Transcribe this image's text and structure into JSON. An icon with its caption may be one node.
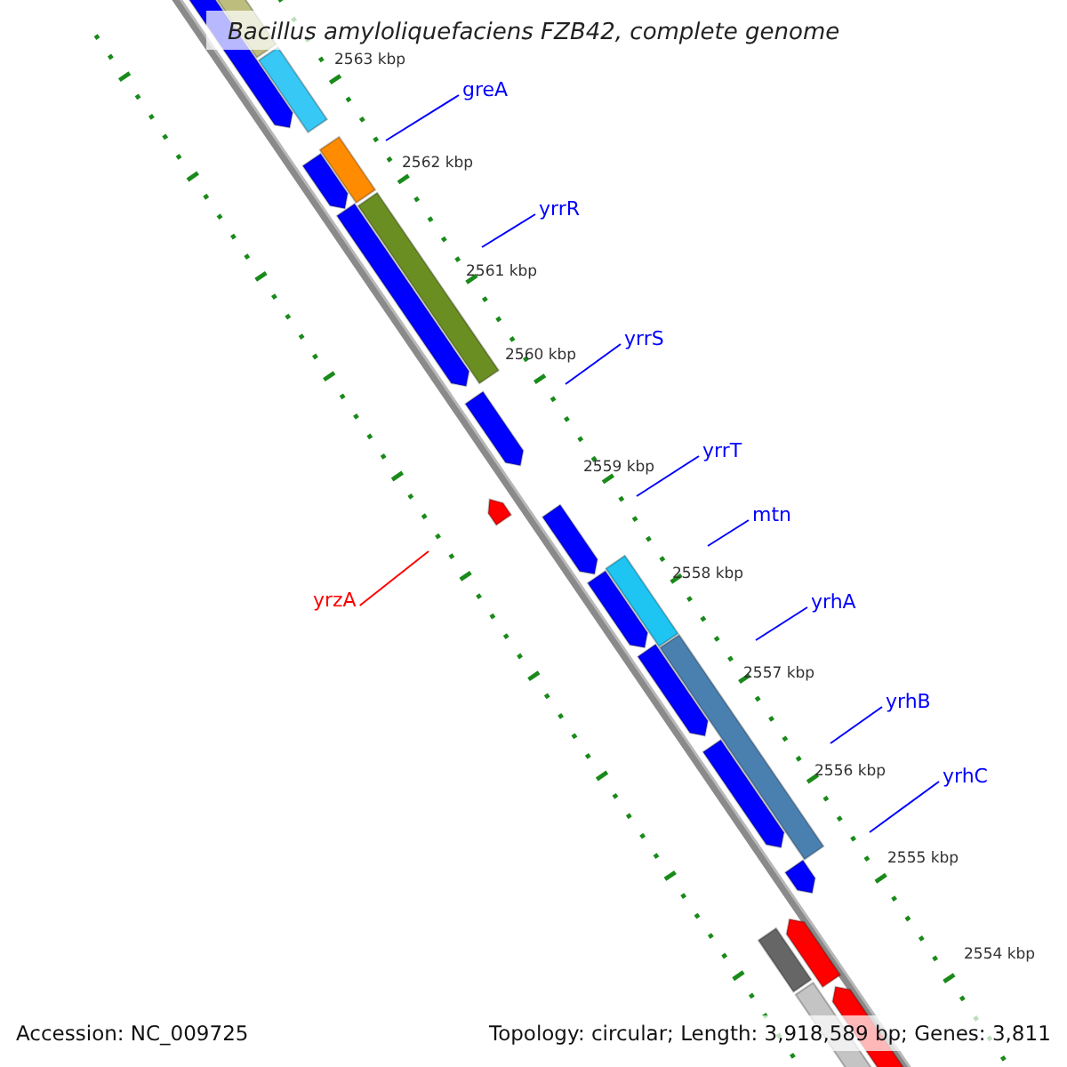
{
  "diagram": {
    "title": "Bacillus amyloliquefaciens FZB42, complete genome",
    "nodes": [
      {
        "text": [
          "greA"
        ]
      },
      {
        "text": [
          "yrrR"
        ]
      },
      {
        "text": [
          "yrrS"
        ]
      },
      {
        "text": [
          "yrrT"
        ]
      },
      {
        "text": [
          "mtn"
        ]
      },
      {
        "text": [
          "yrzA"
        ]
      },
      {
        "text": [
          "yrhA"
        ]
      },
      {
        "text": [
          "yrhB"
        ]
      },
      {
        "text": [
          "yrhC"
        ]
      }
    ],
    "edges": [
      {
        "from": 0,
        "to": null,
        "arrow": "none"
      },
      {
        "from": 1,
        "to": null,
        "arrow": "none"
      },
      {
        "from": 2,
        "to": null,
        "arrow": "none"
      },
      {
        "from": 3,
        "to": null,
        "arrow": "none"
      },
      {
        "from": 4,
        "to": null,
        "arrow": "none"
      },
      {
        "from": 5,
        "to": null,
        "arrow": "none",
        "color": "#ff0000"
      },
      {
        "from": 6,
        "to": null,
        "arrow": "none"
      },
      {
        "from": 7,
        "to": null,
        "arrow": "none"
      },
      {
        "from": 8,
        "to": null,
        "arrow": "none"
      }
    ],
    "labels": [
      "2563 kbp",
      "2562 kbp",
      "2561 kbp",
      "2560 kbp",
      "2559 kbp",
      "2558 kbp",
      "2557 kbp",
      "2556 kbp",
      "2555 kbp",
      "2554 kbp",
      "Accession: NC_009725",
      "Topology: circular; Length: 3,918,589 bp; Genes: 3,811"
    ]
  }
}
